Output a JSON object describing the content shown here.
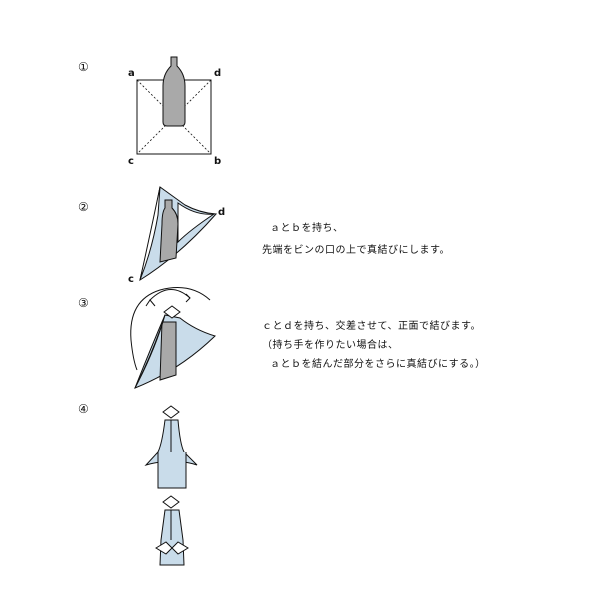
{
  "steps": [
    {
      "number": "①",
      "corners": {
        "a": "a",
        "b": "b",
        "c": "c",
        "d": "d"
      }
    },
    {
      "number": "②",
      "corners": {
        "c": "c",
        "d": "d"
      },
      "text": [
        "ａとｂを持ち、",
        "先端をビンの口の上で真結びにします。"
      ]
    },
    {
      "number": "③",
      "text": [
        "ｃとｄを持ち、交差させて、正面で結びます。",
        "（持ち手を作りたい場合は、",
        "ａとｂを結んだ部分をさらに真結びにする。）"
      ]
    },
    {
      "number": "④"
    }
  ],
  "colors": {
    "cloth": "#c9dcea",
    "bottle": "#a9a9a9",
    "line": "#111111"
  }
}
